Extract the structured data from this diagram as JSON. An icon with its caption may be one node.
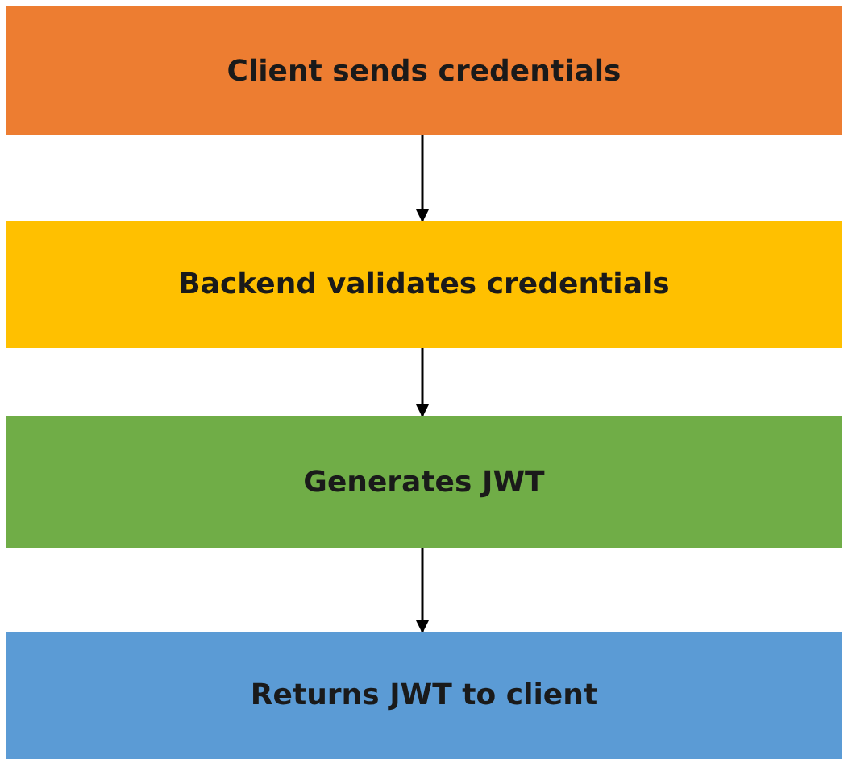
{
  "diagram": {
    "nodes": [
      {
        "text": [
          "Client sends credentials"
        ]
      },
      {
        "text": [
          "Backend validates credentials"
        ]
      },
      {
        "text": [
          "Generates JWT"
        ]
      },
      {
        "text": [
          "Returns JWT to client"
        ]
      }
    ],
    "edges": [
      {
        "from": 0,
        "to": 1,
        "arrow": "to"
      },
      {
        "from": 1,
        "to": 2,
        "arrow": "to"
      },
      {
        "from": 2,
        "to": 3,
        "arrow": "to"
      }
    ]
  }
}
